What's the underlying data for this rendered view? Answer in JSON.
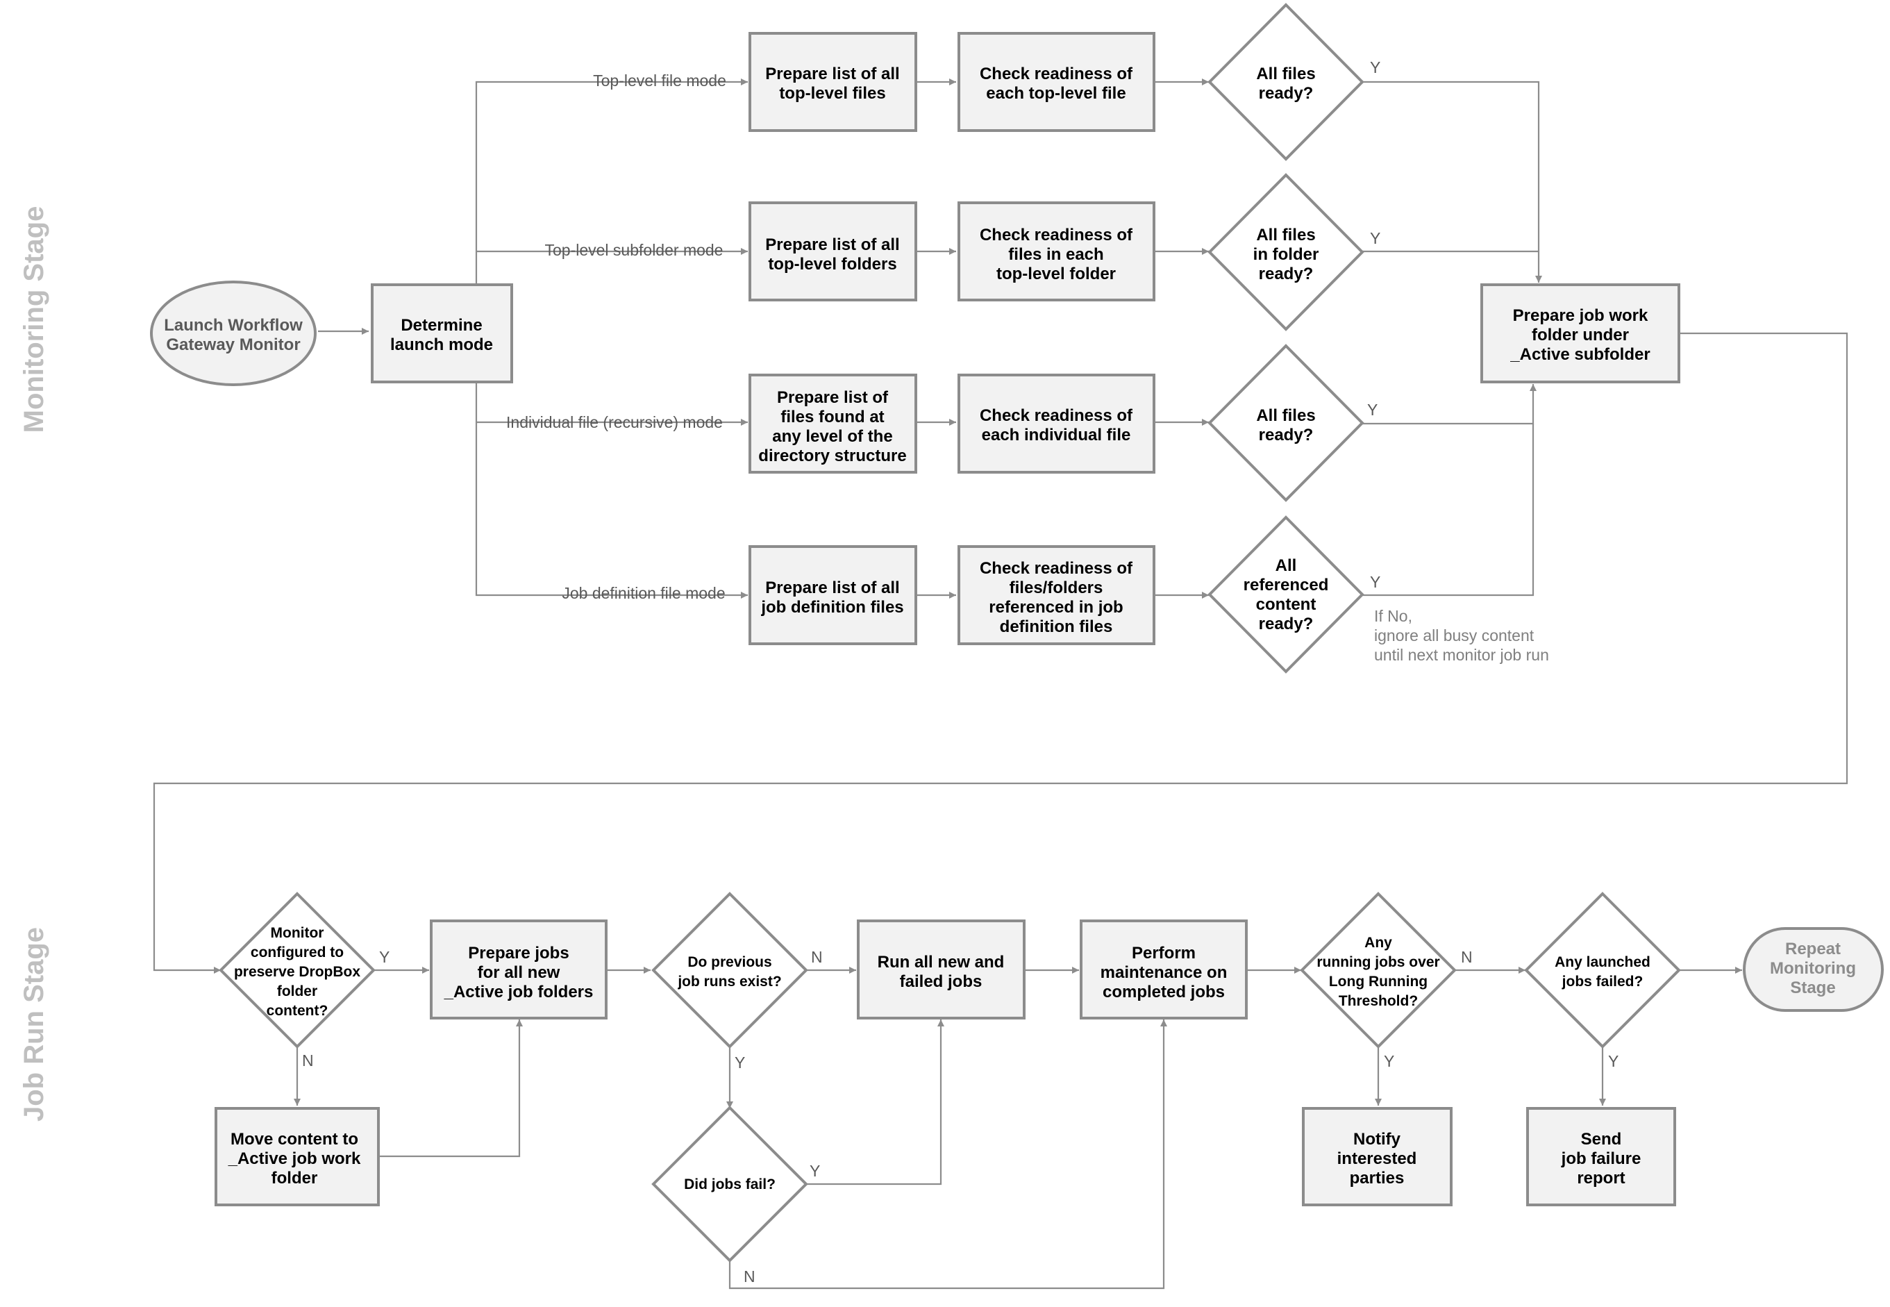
{
  "stages": {
    "monitoring": "Monitoring Stage",
    "job_run": "Job Run Stage"
  },
  "nodes": {
    "launch": [
      "Launch Workflow",
      "Gateway Monitor"
    ],
    "determine": [
      "Determine",
      "launch mode"
    ],
    "prep_files": [
      "Prepare list of all",
      "top-level files"
    ],
    "prep_folders": [
      "Prepare list of all",
      "top-level folders"
    ],
    "prep_recursive": [
      "Prepare list of",
      "files found at",
      "any level of the",
      "directory structure"
    ],
    "prep_jobdef": [
      "Prepare list of all",
      "job definition files"
    ],
    "check_files": [
      "Check readiness of",
      "each top-level file"
    ],
    "check_folders": [
      "Check readiness of",
      "files in each",
      "top-level folder"
    ],
    "check_individual": [
      "Check readiness of",
      "each individual file"
    ],
    "check_jobdef": [
      "Check readiness of",
      "files/folders",
      "referenced in job",
      "definition files"
    ],
    "dec_files": [
      "All files",
      "ready?"
    ],
    "dec_folder": [
      "All files",
      "in folder",
      "ready?"
    ],
    "dec_individual": [
      "All files",
      "ready?"
    ],
    "dec_referenced": [
      "All",
      "referenced",
      "content",
      "ready?"
    ],
    "prep_work": [
      "Prepare job work",
      "folder under",
      "_Active subfolder"
    ],
    "dec_preserve": [
      "Monitor",
      "configured to",
      "preserve DropBox",
      "folder",
      "content?"
    ],
    "move_content": [
      "Move content to",
      "_Active job work",
      "folder"
    ],
    "prep_jobs": [
      "Prepare jobs",
      "for all new",
      "_Active job folders"
    ],
    "dec_previous": [
      "Do previous",
      "job runs exist?"
    ],
    "dec_failed": [
      "Did jobs fail?"
    ],
    "run_jobs": [
      "Run all new and",
      "failed jobs"
    ],
    "maintenance": [
      "Perform",
      "maintenance on",
      "completed jobs"
    ],
    "dec_longrun": [
      "Any",
      "running jobs over",
      "Long Running",
      "Threshold?"
    ],
    "notify": [
      "Notify",
      "interested",
      "parties"
    ],
    "dec_anyfailed": [
      "Any launched",
      "jobs failed?"
    ],
    "send_report": [
      "Send",
      "job failure",
      "report"
    ],
    "repeat": [
      "Repeat",
      "Monitoring",
      "Stage"
    ]
  },
  "edge_labels": {
    "top_file_mode": "Top-level file mode",
    "top_subfolder_mode": "Top-level subfolder mode",
    "individual_mode": "Individual file (recursive) mode",
    "jobdef_mode": "Job definition file mode"
  },
  "branch_labels": {
    "yes": "Y",
    "no": "N"
  },
  "note": [
    "If No,",
    "ignore all busy content",
    "until next monitor job run"
  ]
}
